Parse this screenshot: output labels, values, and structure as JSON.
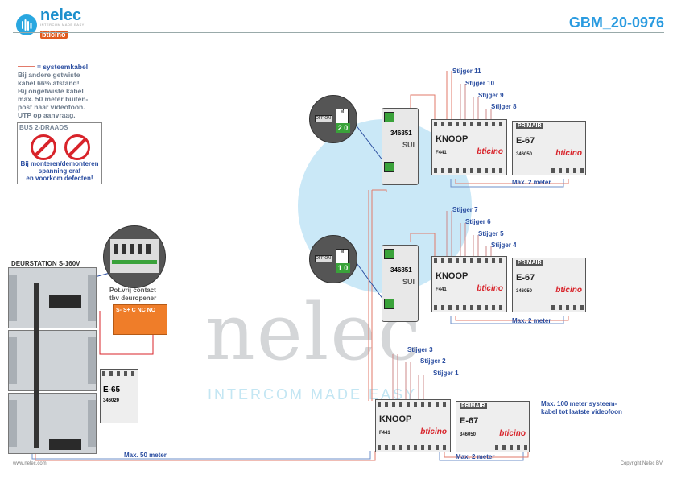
{
  "header": {
    "logo_text": "nelec",
    "logo_tagline": "INTERCOM MADE EASY",
    "logo_sub": "bticino",
    "doc_id": "GBM_20-0976"
  },
  "notes": {
    "legend_label": "= systeemkabel",
    "lines": [
      "Bij andere getwiste",
      "kabel 66% afstand!",
      "Bij ongetwiste kabel",
      "max. 50 meter buiten-",
      "post naar videofoon.",
      "UTP op aanvraag."
    ]
  },
  "bus_box": {
    "title": "BUS 2-DRAADS",
    "warning_lines": [
      "Bij monteren/demonteren",
      "spanning eraf",
      "en voorkom defecten!"
    ]
  },
  "risers": {
    "group_top": [
      "Stijger 11",
      "Stijger 10",
      "Stijger 9",
      "Stijger 8"
    ],
    "group_mid": [
      "Stijger 7",
      "Stijger 6",
      "Stijger 5",
      "Stijger 4"
    ],
    "group_bottom": [
      "Stijger 3",
      "Stijger 2",
      "Stijger 1"
    ]
  },
  "modules": {
    "knoop_label": "KNOOP",
    "knoop_code": "F441",
    "unit_code": "346851",
    "unit_sui": "SUI",
    "psu_header": "PRIMAIR",
    "psu_label": "E-67",
    "psu_code": "346050",
    "brand": "bticino",
    "dip_top": "2 0",
    "dip_mid": "1 0"
  },
  "door_station": {
    "title": "DEURSTATION S-160V",
    "relay_label_1": "Pot.vrij contact",
    "relay_label_2": "tbv deuropener",
    "relay_pins": "S-  S+ C NC NO",
    "e65_label": "E-65",
    "e65_code": "346020"
  },
  "distances": {
    "max2_top": "Max. 2 meter",
    "max2_mid": "Max. 2 meter",
    "max2_bottom": "Max. 2 meter",
    "max50": "Max. 50 meter",
    "max100_line1": "Max. 100 meter systeem-",
    "max100_line2": "kabel tot laatste videofoon"
  },
  "watermark": {
    "word": "nelec",
    "tagline": "INTERCOM MADE EASY"
  },
  "footer": {
    "left": "www.nelec.com",
    "right": "Copyright Nelec BV"
  },
  "colors": {
    "brand_blue": "#2a9be0",
    "label_blue": "#2a4da0",
    "cable_red": "#e27a6a",
    "cable_blue": "#6d8fc8",
    "relay_orange": "#ef7d29",
    "bticino_red": "#d8232a"
  }
}
